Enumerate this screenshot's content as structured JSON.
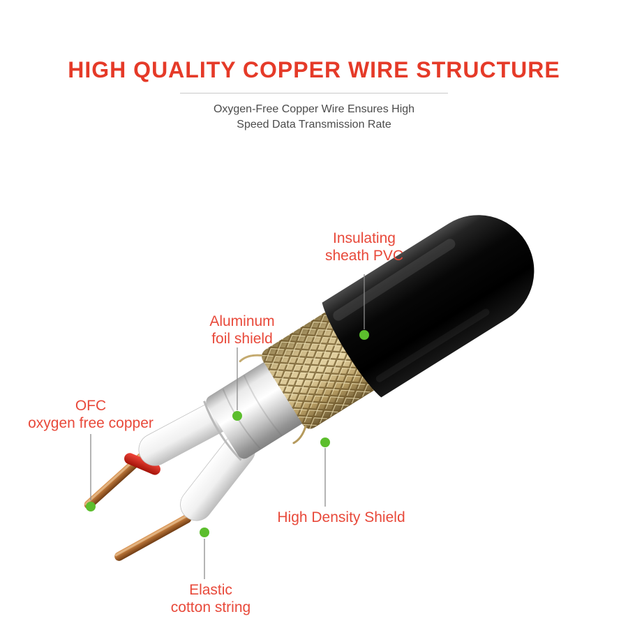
{
  "header": {
    "title": "HIGH QUALITY COPPER WIRE STRUCTURE",
    "subtitle_line1": "Oxygen-Free Copper Wire Ensures High",
    "subtitle_line2": "Speed Data Transmission Rate"
  },
  "annotations": {
    "insulating_sheath": {
      "line1": "Insulating",
      "line2": "sheath PVC"
    },
    "aluminum_foil": {
      "line1": "Aluminum",
      "line2": "foil shield"
    },
    "ofc_copper": {
      "line1": "OFC",
      "line2": "oxygen free copper"
    },
    "high_density_shield": {
      "line1": "High Density Shield"
    },
    "elastic_cotton": {
      "line1": "Elastic",
      "line2": "cotton string"
    }
  },
  "colors": {
    "title_red": "#e53a28",
    "label_red": "#e8493a",
    "subtitle_gray": "#4b4b4b",
    "dot_green": "#5cbe2d",
    "connector_gray": "#8c8c8c",
    "copper": "#b26e33",
    "braid_gold": "#cdb987",
    "foil_silver": "#d9d9d9",
    "sheath_black": "#050505",
    "background": "#ffffff"
  }
}
